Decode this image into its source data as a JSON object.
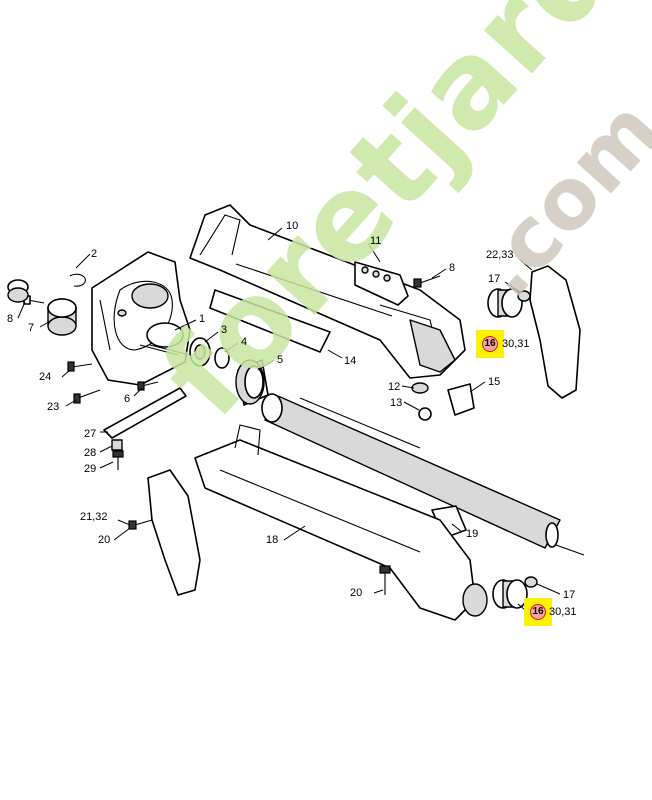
{
  "watermark": {
    "main": "foretjardin",
    "suffix": ".com",
    "main_color": "#c8e6a0",
    "suffix_color": "#cfc8bd"
  },
  "highlight": {
    "color": "#fff200",
    "circle_color": "#f4a3a3",
    "circle_border": "#d21f1f"
  },
  "labels": {
    "l2": "2",
    "l8a": "8",
    "l7": "7",
    "l1": "1",
    "l3": "3",
    "l4": "4",
    "l5": "5",
    "l24": "24",
    "l6": "6",
    "l23": "23",
    "l27": "27",
    "l28": "28",
    "l29": "29",
    "l10": "10",
    "l11": "11",
    "l8b": "8",
    "l14": "14",
    "l12": "12",
    "l13": "13",
    "l15": "15",
    "l2233": "22,33",
    "l17a": "17",
    "l16a": "16",
    "l3031a": "30,31",
    "l2132": "21,32",
    "l20a": "20",
    "l18": "18",
    "l19": "19",
    "l20b": "20",
    "l17b": "17",
    "l16b": "16",
    "l3031b": "30,31"
  }
}
